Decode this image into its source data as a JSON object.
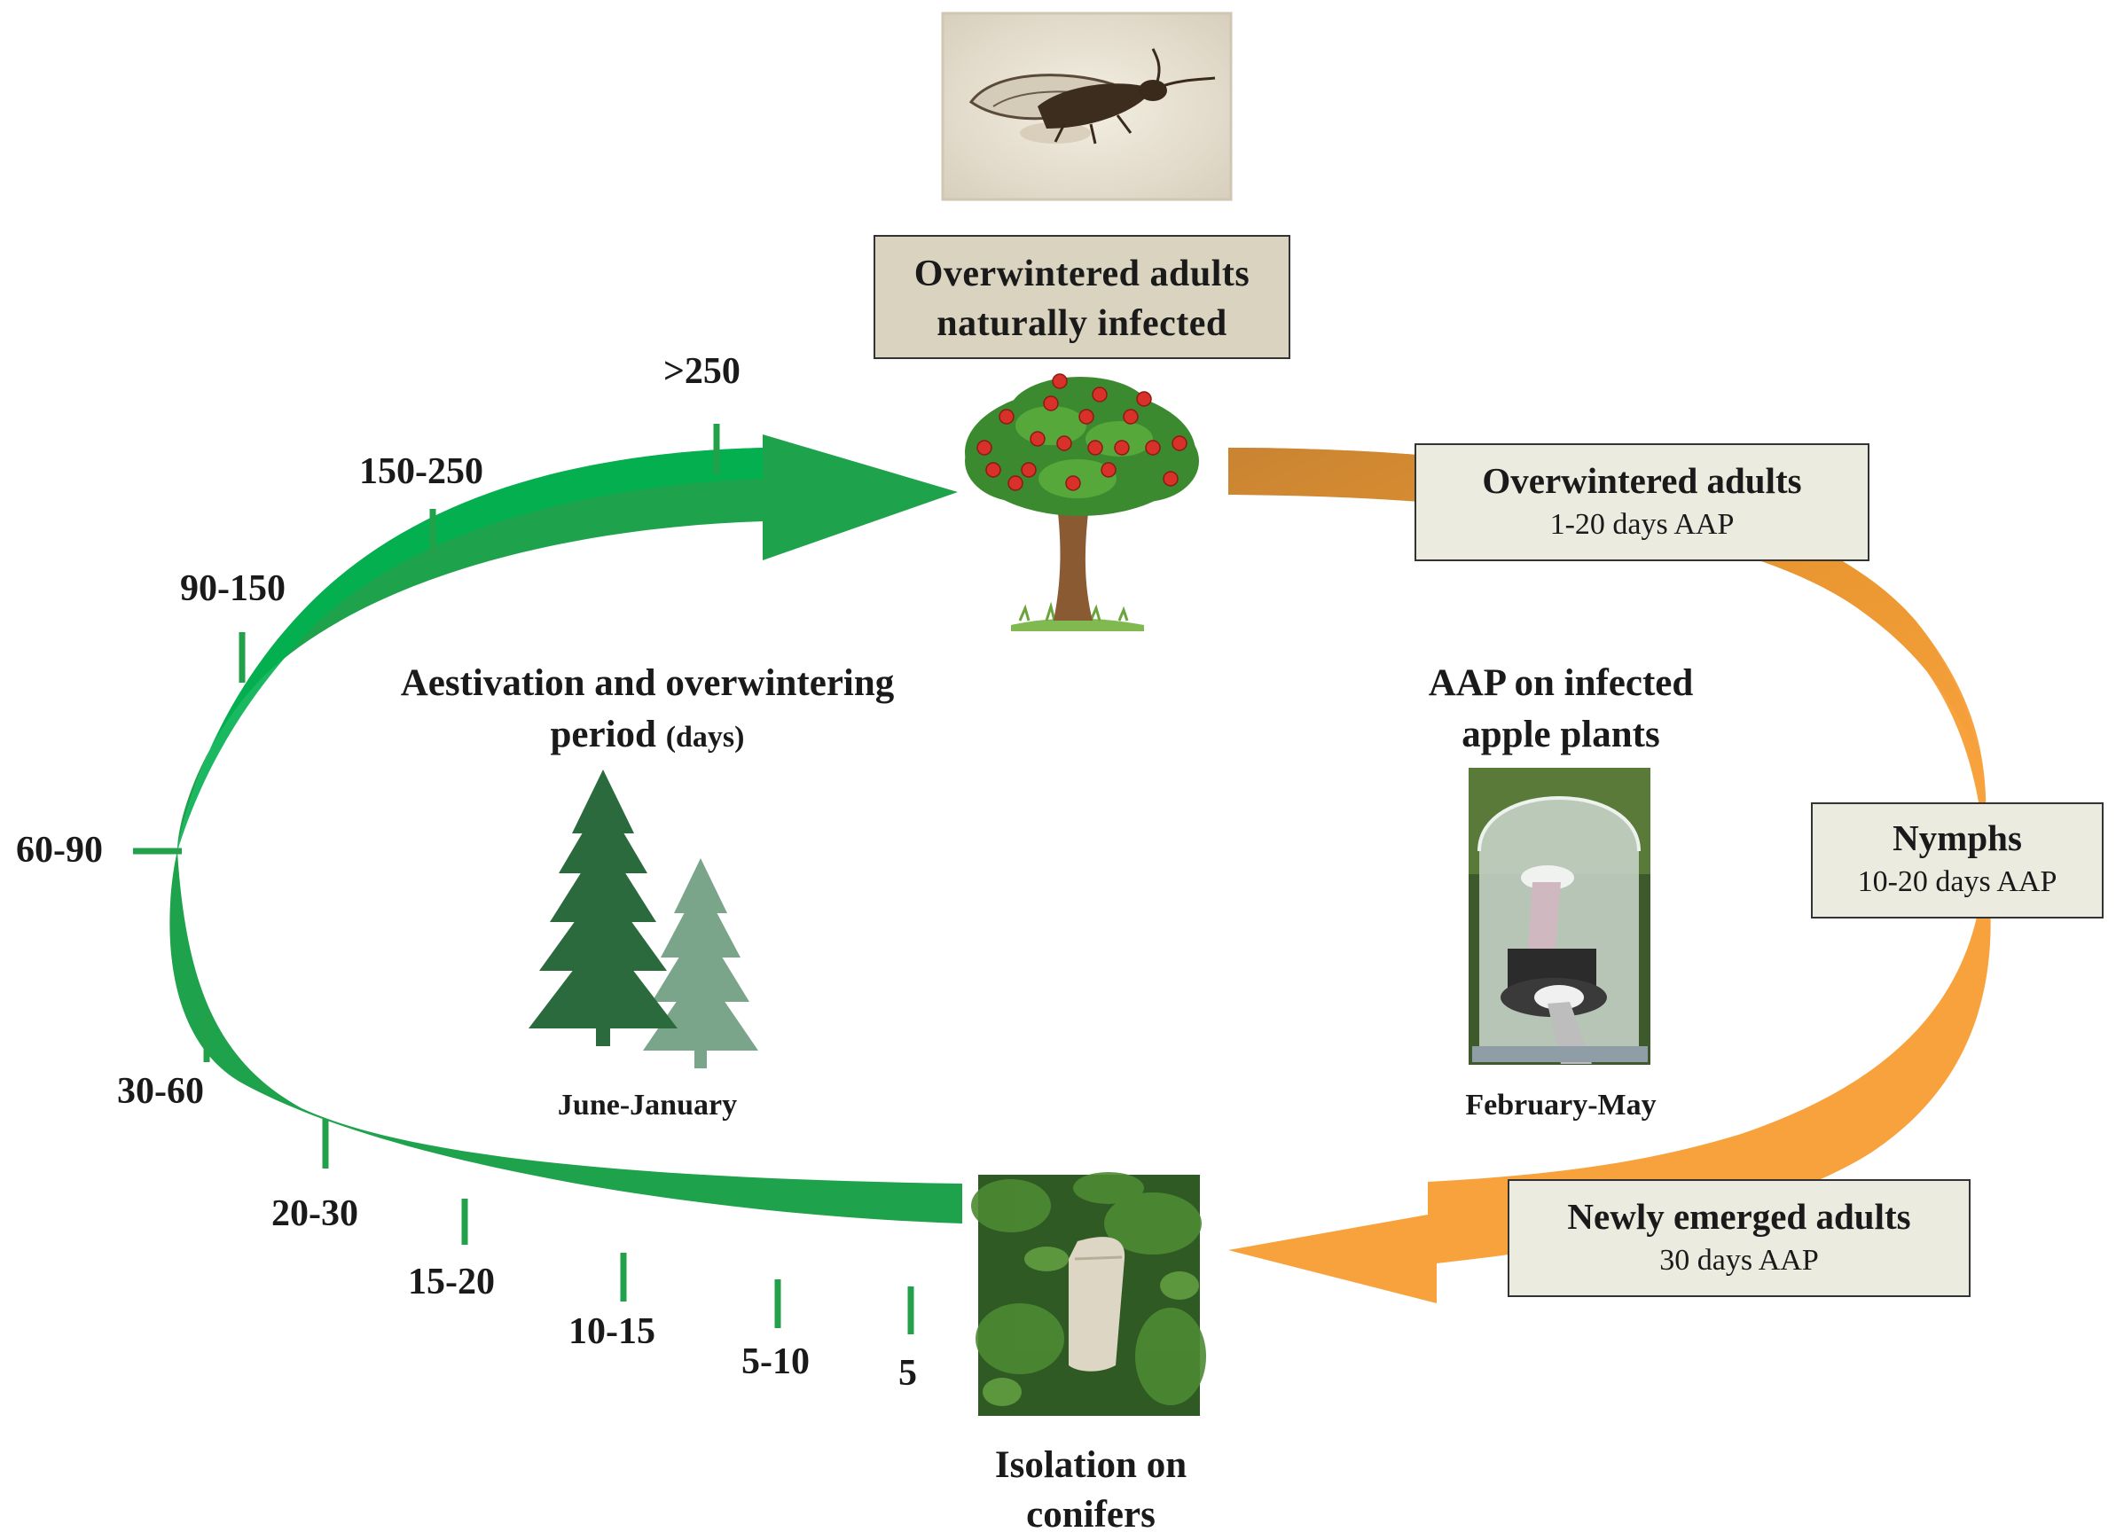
{
  "colors": {
    "green_arrow": "#1fa24a",
    "green_arrow_light": "#00b050",
    "orange_arrow": "#f7a23c",
    "orange_arrow_dark": "#d98b2e",
    "box_fill": "#ecebe0",
    "box_fill_top": "#d9d3bf",
    "tick_green": "#22a04a"
  },
  "top_box": {
    "line1": "Overwintered adults",
    "line2": "naturally infected"
  },
  "right_boxes": {
    "overwintered": {
      "title": "Overwintered adults",
      "sub": "1-20 days AAP"
    },
    "nymphs": {
      "title": "Nymphs",
      "sub": "10-20 days AAP"
    },
    "newly": {
      "title": "Newly emerged adults",
      "sub": "30 days AAP"
    }
  },
  "center_left": {
    "line1": "Aestivation and overwintering",
    "line2_main": "period",
    "line2_small": "(days)",
    "months": "June-January"
  },
  "center_right": {
    "line1": "AAP on infected",
    "line2": "apple plants",
    "months": "February-May"
  },
  "bottom": {
    "line1": "Isolation on",
    "line2": "conifers"
  },
  "ticks": [
    ">250",
    "150-250",
    "90-150",
    "60-90",
    "30-60",
    "20-30",
    "15-20",
    "10-15",
    "5-10",
    "5"
  ],
  "icons": {
    "psyllid": "psyllid-photo",
    "apple_tree": "apple-tree-icon",
    "conifers": "conifer-trees-icon",
    "cage": "cage-photo",
    "branch": "conifer-branch-photo"
  }
}
